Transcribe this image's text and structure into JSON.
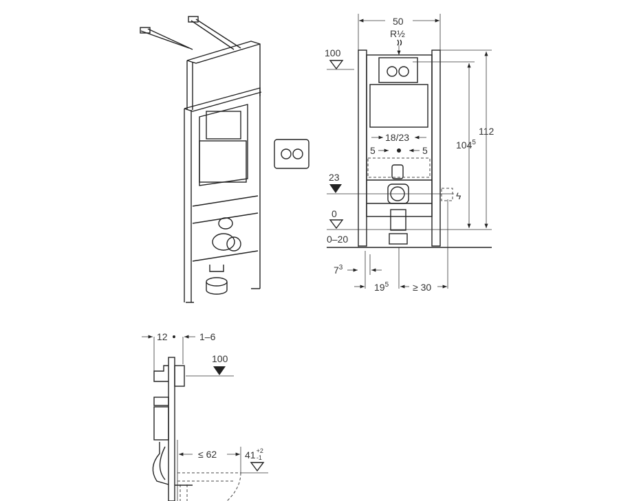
{
  "front_view": {
    "width": "50",
    "thread": "R½",
    "level_top": "100",
    "level_mid": "23",
    "level_floor": "0",
    "floor_range": "0–20",
    "height_total": "112",
    "height_inner": "104",
    "height_inner_sup": "5",
    "spacing": "18/23",
    "offset_left": "5",
    "offset_right": "5",
    "foot_width": "7",
    "foot_width_sup": "3",
    "axis_left": "19",
    "axis_left_sup": "5",
    "axis_right": "≥ 30"
  },
  "side_view": {
    "depth": "12",
    "wall_gap": "1–6",
    "level_top": "100",
    "bowl_length": "≤ 62",
    "seat_height": "41",
    "seat_tol_plus": "+2",
    "seat_tol_minus": "-1"
  },
  "colors": {
    "line": "#222222",
    "background": "#ffffff"
  }
}
